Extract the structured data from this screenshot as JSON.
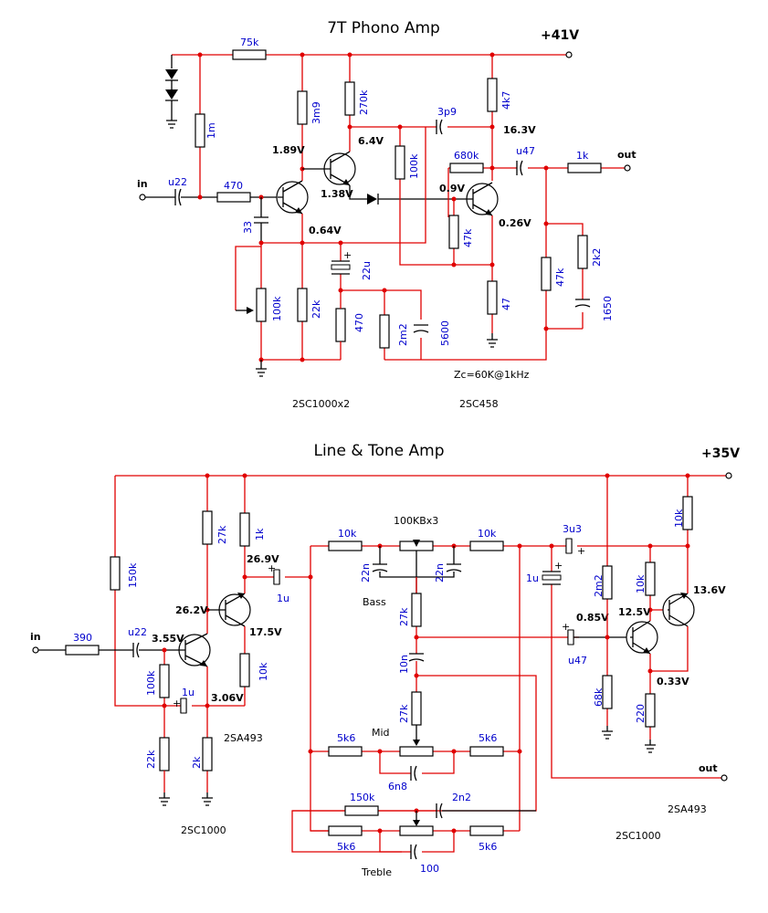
{
  "phono": {
    "title": "7T Phono Amp",
    "rail": "+41V",
    "input": "in",
    "output": "out",
    "parts": {
      "r75k": "75k",
      "r1m": "1m",
      "c_in": "u22",
      "r470a": "470",
      "c33": "33",
      "r3m9": "3m9",
      "r270k": "270k",
      "c3p9": "3p9",
      "r4k7": "4k7",
      "r100ka": "100k",
      "r680k": "680k",
      "c_out": "u47",
      "r1k": "1k",
      "r47ka": "47k",
      "r47kb": "47k",
      "r2k2": "2k2",
      "c1650": "1650",
      "pot100k": "100k",
      "r22k": "22k",
      "c22u": "22u",
      "r470b": "470",
      "r2m2": "2m2",
      "c5600": "5600",
      "r47": "47"
    },
    "voltages": {
      "v189": "1.89V",
      "v64": "6.4V",
      "v138": "1.38V",
      "v064": "0.64V",
      "v09": "0.9V",
      "v026": "0.26V",
      "v163": "16.3V"
    },
    "note": "Zc=60K@1kHz",
    "transistors_a": "2SC1000x2",
    "transistors_b": "2SC458"
  },
  "line": {
    "title": "Line & Tone Amp",
    "rail": "+35V",
    "input": "in",
    "output": "out",
    "parts": {
      "r390": "390",
      "r150k": "150k",
      "c_u22": "u22",
      "r27ka": "27k",
      "r1ka": "1k",
      "c1u_a": "1u",
      "r100k": "100k",
      "c1u_b": "1u",
      "r10ka": "10k",
      "r22k": "22k",
      "r2k": "2k",
      "pot_label": "100KBx3",
      "r10kb": "10k",
      "r10kc": "10k",
      "c22n_a": "22n",
      "c22n_b": "22n",
      "bass": "Bass",
      "r27kb": "27k",
      "c10n": "10n",
      "r27kc": "27k",
      "mid": "Mid",
      "r5k6a": "5k6",
      "r5k6b": "5k6",
      "c6n8": "6n8",
      "r150kb": "150k",
      "c2n2": "2n2",
      "r5k6c": "5k6",
      "r5k6d": "5k6",
      "treble": "Treble",
      "c100": "100",
      "c3u3": "3u3",
      "c1u_c": "1u",
      "r2m2": "2m2",
      "r10kd": "10k",
      "r10ke": "10k",
      "c_u47": "u47",
      "r68k": "68k",
      "r220": "220"
    },
    "voltages": {
      "v269": "26.9V",
      "v262": "26.2V",
      "v355": "3.55V",
      "v175": "17.5V",
      "v306": "3.06V",
      "v085": "0.85V",
      "v125": "12.5V",
      "v136": "13.6V",
      "v033": "0.33V"
    },
    "transistors_a": "2SA493",
    "transistors_b": "2SC1000",
    "transistors_c": "2SA493",
    "transistors_d": "2SC1000"
  }
}
